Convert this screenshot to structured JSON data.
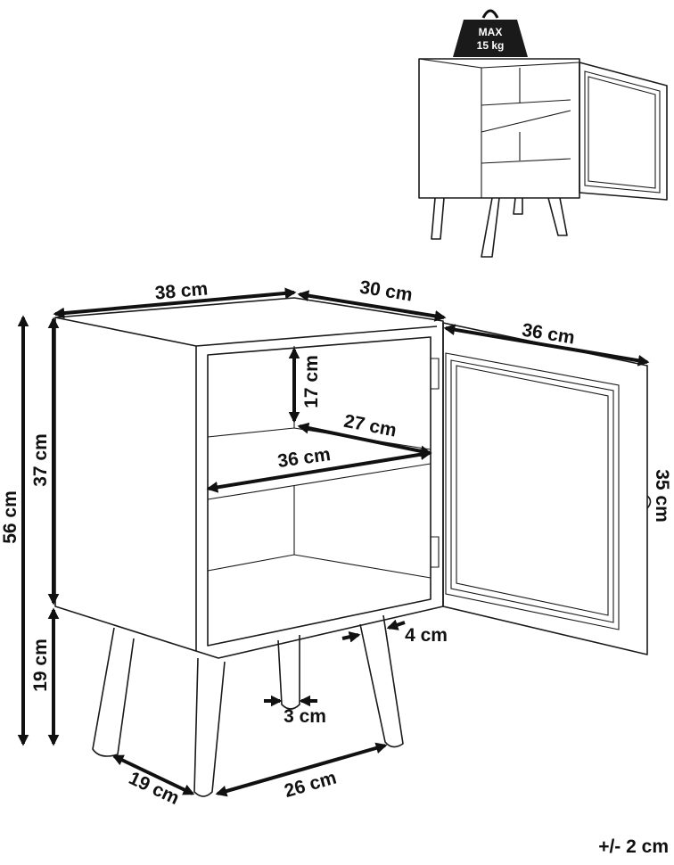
{
  "weight_badge": {
    "line1": "MAX",
    "line2": "15 kg"
  },
  "dimensions": {
    "top_width": "38 cm",
    "top_depth": "30 cm",
    "door_width": "36 cm",
    "shelf_gap": "17 cm",
    "shelf_depth": "27 cm",
    "inner_width": "36 cm",
    "door_height": "35 cm",
    "total_height": "56 cm",
    "body_height": "37 cm",
    "leg_height": "19 cm",
    "leg_inset": "4 cm",
    "leg_diameter": "3 cm",
    "leg_span_depth": "19 cm",
    "leg_span_width": "26 cm"
  },
  "tolerance": "+/- 2 cm"
}
